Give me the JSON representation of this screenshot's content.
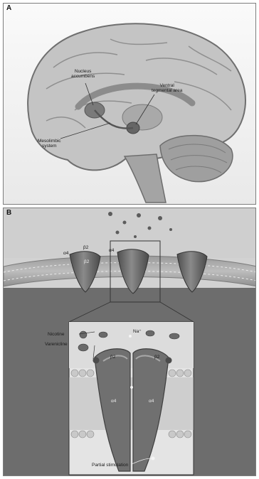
{
  "panel_a": {
    "letter": "A",
    "labels": {
      "nucleus_accumbens": "Nucleus\naccumbens",
      "ventral_tegmental_area": "Ventral\ntegmental area",
      "mesolimbic_system": "Mesolimbic\nsystem"
    }
  },
  "panel_b": {
    "letter": "B",
    "labels": {
      "beta2_a": "β2",
      "alpha4_a": "α4",
      "alpha4_b": "α4",
      "beta2_b": "β2",
      "nicotine": "Nicotine",
      "varenicline": "Varenicline",
      "na_ion": "Na⁺",
      "beta2_left": "β2",
      "beta2_right": "β2",
      "alpha4_left": "α4",
      "alpha4_right": "α4",
      "partial_stimulation": "Partial stimulation"
    }
  },
  "colors": {
    "brain_fill": "#b9b9b9",
    "receptor": "#6e6e6e",
    "membrane": "#9a9a9a"
  }
}
